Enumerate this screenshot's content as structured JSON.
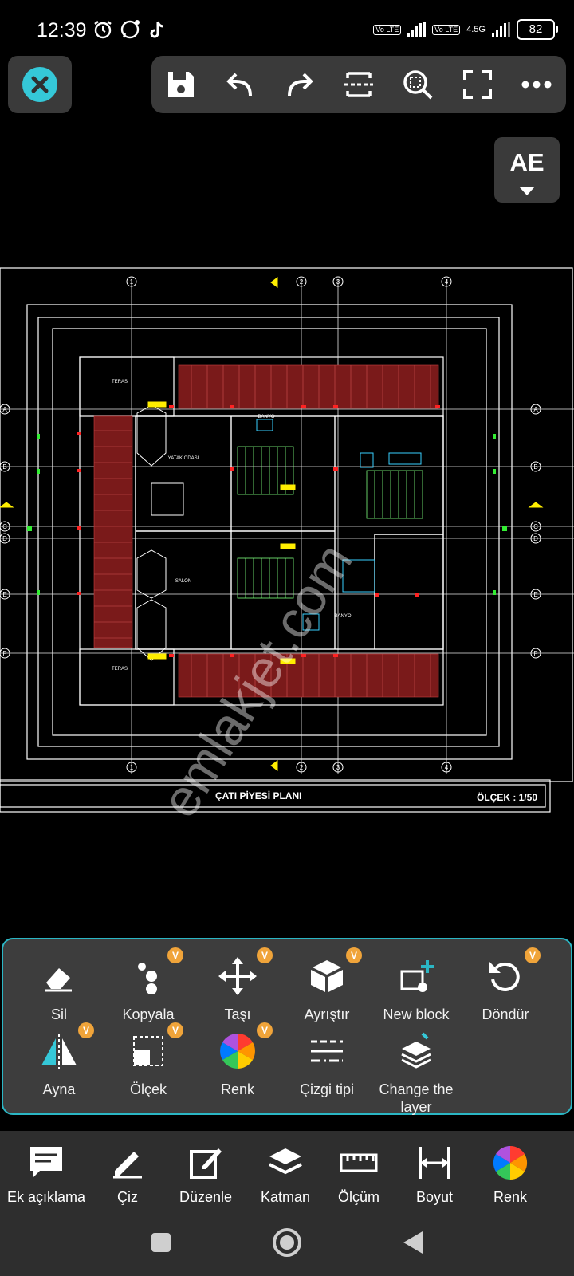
{
  "status": {
    "time": "12:39",
    "network": "4.5G",
    "battery": "82",
    "volte": "Vo LTE"
  },
  "toolbar": {
    "close": "close-icon",
    "buttons": [
      "save-icon",
      "undo-icon",
      "redo-icon",
      "select-area-icon",
      "zoom-icon",
      "fullscreen-icon",
      "more-icon"
    ],
    "text_style": "AE"
  },
  "drawing": {
    "title": "ÇATI PİYESİ PLANI",
    "scale": "ÖLÇEK : 1/50",
    "grid_numbers": [
      "1",
      "2",
      "3",
      "4"
    ],
    "grid_letters": [
      "A",
      "B",
      "C",
      "D",
      "E",
      "F"
    ],
    "rooms": [
      "TERAS",
      "YATAK ODASI",
      "SALON",
      "TERAS",
      "BANYO",
      "BANYO"
    ],
    "watermark": "emlakjet.com"
  },
  "edit_tools": [
    {
      "label": "Sil",
      "icon": "eraser-icon",
      "badge": ""
    },
    {
      "label": "Kopyala",
      "icon": "copy-icon",
      "badge": "V"
    },
    {
      "label": "Taşı",
      "icon": "move-icon",
      "badge": "V"
    },
    {
      "label": "Ayrıştır",
      "icon": "explode-icon",
      "badge": "V"
    },
    {
      "label": "New block",
      "icon": "new-block-icon",
      "badge": ""
    },
    {
      "label": "Döndür",
      "icon": "rotate-icon",
      "badge": "V"
    },
    {
      "label": "Ayna",
      "icon": "mirror-icon",
      "badge": "V"
    },
    {
      "label": "Ölçek",
      "icon": "scale-icon",
      "badge": "V"
    },
    {
      "label": "Renk",
      "icon": "color-wheel-icon",
      "badge": "V"
    },
    {
      "label": "Çizgi tipi",
      "icon": "linetype-icon",
      "badge": ""
    },
    {
      "label": "Change the layer",
      "icon": "change-layer-icon",
      "badge": ""
    }
  ],
  "bottom_tools": [
    {
      "label": "Ek açıklama",
      "icon": "annotation-icon"
    },
    {
      "label": "Çiz",
      "icon": "pencil-icon"
    },
    {
      "label": "Düzenle",
      "icon": "edit-icon"
    },
    {
      "label": "Katman",
      "icon": "layers-icon"
    },
    {
      "label": "Ölçüm",
      "icon": "ruler-icon"
    },
    {
      "label": "Boyut",
      "icon": "dimension-icon"
    },
    {
      "label": "Renk",
      "icon": "color-wheel-icon"
    }
  ]
}
